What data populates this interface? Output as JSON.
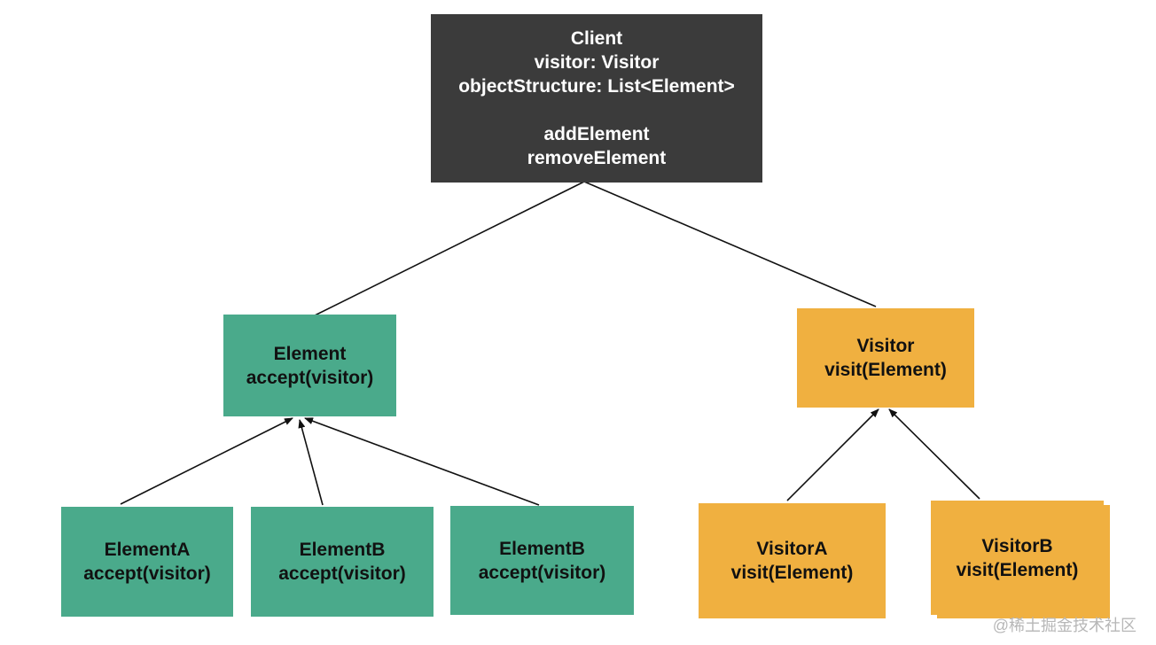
{
  "colors": {
    "client_bg": "#3b3b3b",
    "teal": "#4aaa8b",
    "orange": "#f0b040",
    "line": "#111111"
  },
  "client": {
    "title": "Client",
    "fields": [
      "visitor: Visitor",
      "objectStructure: List<Element>"
    ],
    "methods": [
      "addElement",
      "removeElement"
    ]
  },
  "element": {
    "name": "Element",
    "method": "accept(visitor)"
  },
  "visitor": {
    "name": "Visitor",
    "method": "visit(Element)"
  },
  "element_impls": [
    {
      "name": "ElementA",
      "method": "accept(visitor)"
    },
    {
      "name": "ElementB",
      "method": "accept(visitor)"
    },
    {
      "name": "ElementB",
      "method": "accept(visitor)"
    }
  ],
  "visitor_impls": [
    {
      "name": "VisitorA",
      "method": "visit(Element)"
    },
    {
      "name": "VisitorB",
      "method": "visit(Element)"
    }
  ],
  "watermark": "@稀土掘金技术社区"
}
